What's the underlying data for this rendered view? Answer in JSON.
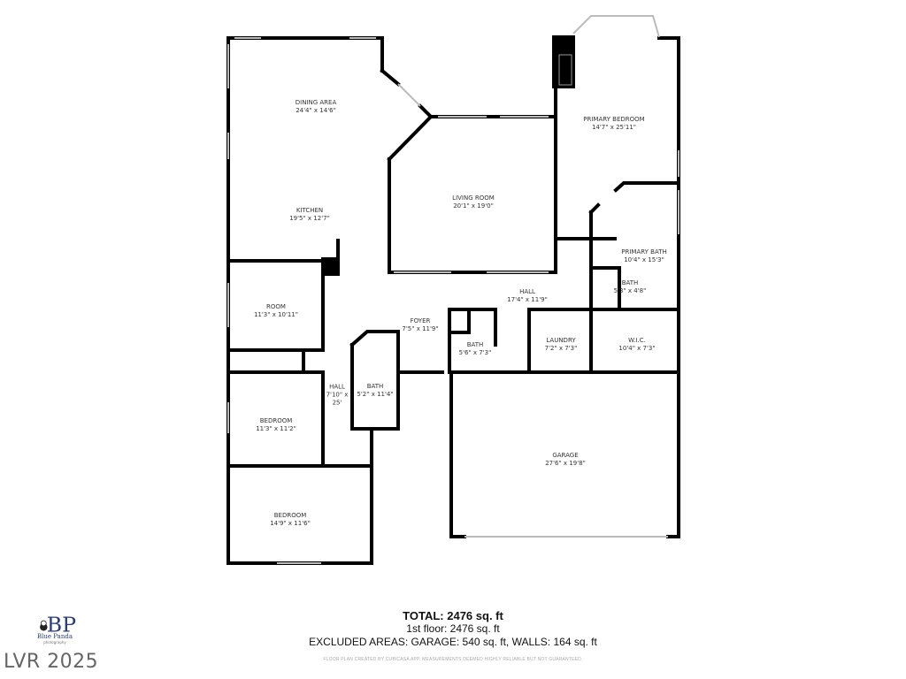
{
  "rooms": [
    {
      "name": "DINING AREA",
      "size": "24'4\" x 14'6\""
    },
    {
      "name": "KITCHEN",
      "size": "19'5\" x 12'7\""
    },
    {
      "name": "LIVING ROOM",
      "size": "20'1\" x 19'0\""
    },
    {
      "name": "PRIMARY BEDROOM",
      "size": "14'7\" x 25'11\""
    },
    {
      "name": "PRIMARY BATH",
      "size": "10'4\" x 15'3\""
    },
    {
      "name": "BATH",
      "size": "5'3\" x 4'8\""
    },
    {
      "name": "ROOM",
      "size": "11'3\" x 10'11\""
    },
    {
      "name": "HALL",
      "size": "17'4\" x 11'9\""
    },
    {
      "name": "FOYER",
      "size": "7'5\" x 11'9\""
    },
    {
      "name": "BATH",
      "size": "5'6\" x 7'3\""
    },
    {
      "name": "LAUNDRY",
      "size": "7'2\" x 7'3\""
    },
    {
      "name": "W.I.C.",
      "size": "10'4\" x 7'3\""
    },
    {
      "name": "HALL",
      "size": "7'10\" x 25'"
    },
    {
      "name": "BATH",
      "size": "5'2\" x 11'4\""
    },
    {
      "name": "BEDROOM",
      "size": "11'3\" x 11'2\""
    },
    {
      "name": "GARAGE",
      "size": "27'6\" x 19'8\""
    },
    {
      "name": "BEDROOM",
      "size": "14'9\" x 11'6\""
    }
  ],
  "summary": {
    "total": "TOTAL: 2476 sq. ft",
    "floor": "1st floor: 2476 sq. ft",
    "excluded": "EXCLUDED AREAS: GARAGE: 540 sq. ft, WALLS: 164 sq. ft",
    "disclaimer": "FLOOR PLAN CREATED BY CUBICASA APP. MEASUREMENTS DEEMED HIGHLY RELIABLE BUT NOT GUARANTEED."
  },
  "logo": {
    "text": "Blue Panda",
    "sub": "photography",
    "color": "#2c3d72"
  },
  "watermark": "LVR 2025",
  "colors": {
    "wall": "#000000",
    "window": "#cccccc"
  }
}
